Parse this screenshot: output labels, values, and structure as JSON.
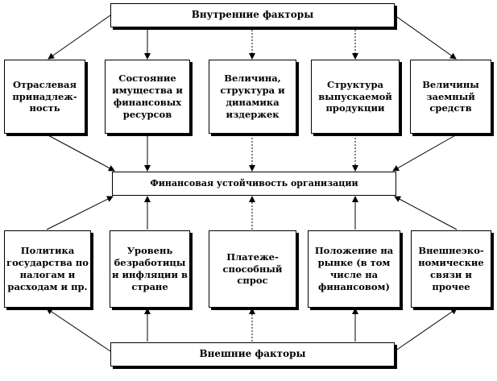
{
  "internal": {
    "header": "Внутренние факторы",
    "boxes": [
      "Отраслевая принадлеж-ность",
      "Состояние имущества и финансовых ресурсов",
      "Величина, структура и динамика издержек",
      "Структура выпускаемой продукции",
      "Величины заемный средств"
    ]
  },
  "center": {
    "label": "Финансовая устойчивость организации"
  },
  "external": {
    "header": "Внешние факторы",
    "boxes": [
      "Политика государства по налогам и расходам и пр.",
      "Уровень безработицы и инфляции в стране",
      "Платеже-способный спрос",
      "Положение на рынке (в том числе на финансовом)",
      "Внешнеэко-номические связи и прочее"
    ]
  }
}
